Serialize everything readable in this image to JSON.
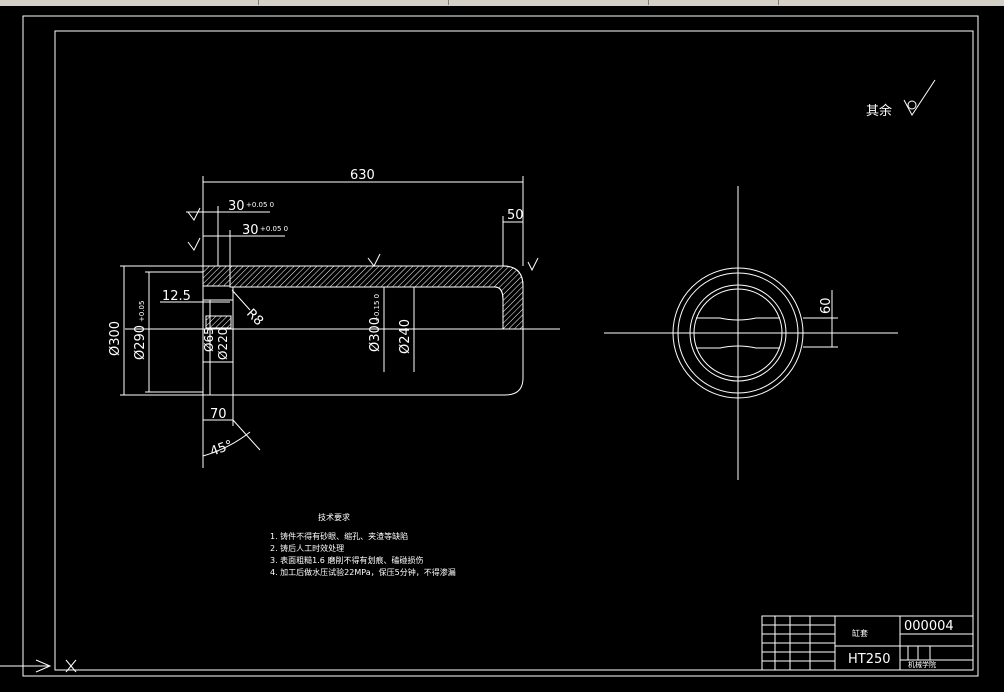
{
  "roughness_note": "其余",
  "dimensions": {
    "overall_length": "630",
    "step1": "30",
    "step1_tol": "+0.05 0",
    "step2": "30",
    "step2_tol": "+0.05 0",
    "right_end": "50",
    "offset": "12.5",
    "radius": "R8",
    "dia_outer": "Ø300",
    "dia_flange": "Ø290",
    "dia_flange_tol": "+0.05",
    "dia_small1": "Ø65",
    "dia_small2": "Ø220",
    "dia_bore": "Ø300",
    "dia_bore_tol": "+0.15 0",
    "dia_inner": "Ø240",
    "left_len": "70",
    "chamfer": "45°",
    "side_dim": "60"
  },
  "tech_requirements": {
    "title": "技术要求",
    "items": [
      "1. 铸件不得有砂眼、缩孔、夹渣等缺陷",
      "2. 铸后人工时效处理",
      "3. 表面粗糙1.6 磨削不得有划痕、磕碰损伤",
      "4. 加工后做水压试验22MPa，保压5分钟，不得渗漏"
    ]
  },
  "title_block": {
    "part_name": "缸套",
    "material": "HT250",
    "drawing_no": "000004",
    "company": "机械学院"
  },
  "colors": {
    "background": "#000000",
    "line": "#ffffff",
    "toolbar": "#d4d0c8"
  }
}
